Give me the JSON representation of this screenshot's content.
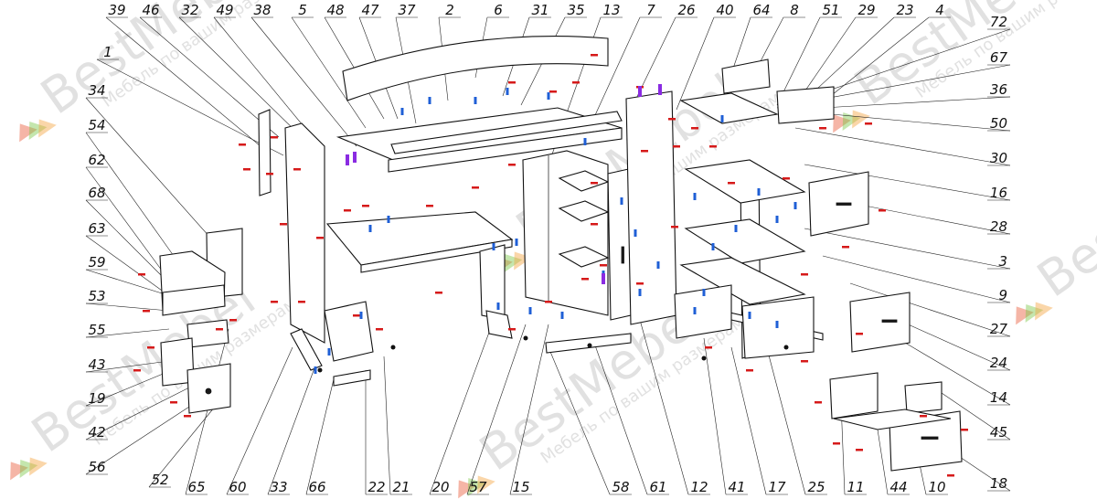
{
  "watermark": {
    "brand": "BestMebel",
    "slogan": "Мебель по вашим размерам"
  },
  "callouts_top": [
    "39",
    "46",
    "32",
    "49",
    "38",
    "5",
    "48",
    "47",
    "37",
    "2",
    "6",
    "31",
    "35",
    "13",
    "7",
    "26",
    "40",
    "64",
    "8",
    "51",
    "29",
    "23",
    "4"
  ],
  "callouts_right": [
    "72",
    "67",
    "36",
    "50",
    "30",
    "16",
    "28",
    "3",
    "9",
    "27",
    "24",
    "14",
    "45",
    "18"
  ],
  "callouts_left": [
    "1",
    "34",
    "54",
    "62",
    "68",
    "63",
    "59",
    "53",
    "55",
    "43",
    "19",
    "42",
    "56",
    "52"
  ],
  "callouts_bottom": [
    "65",
    "60",
    "33",
    "66",
    "22",
    "21",
    "20",
    "57",
    "15",
    "58",
    "61",
    "12",
    "41",
    "17",
    "25",
    "11",
    "44",
    "10"
  ],
  "colors": {
    "fastener_red": "#d61a1a",
    "fastener_blue": "#1f5fd6",
    "fastener_violet": "#8a2be2",
    "watermark_orange": "#f4a340",
    "watermark_green": "#7cc84a",
    "watermark_red": "#e85a3a"
  }
}
